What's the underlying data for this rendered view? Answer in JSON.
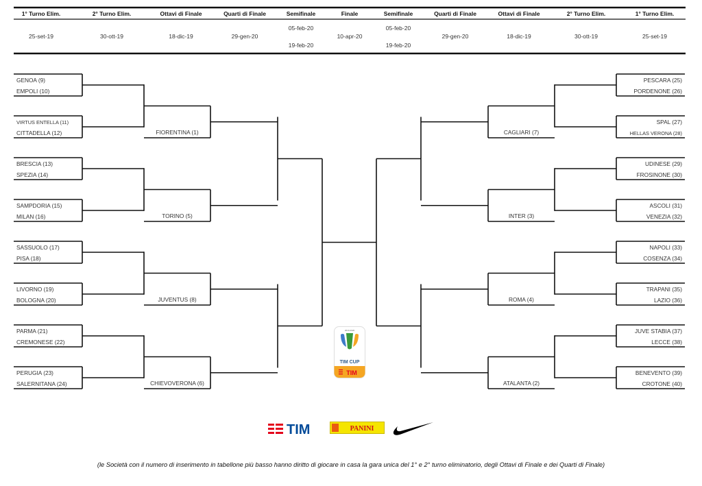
{
  "header": {
    "rounds": [
      "1° Turno Elim.",
      "2° Turno Elim.",
      "Ottavi di Finale",
      "Quarti di Finale",
      "Semifinale",
      "Finale",
      "Semifinale",
      "Quarti di Finale",
      "Ottavi di Finale",
      "2° Turno Elim.",
      "1° Turno Elim."
    ],
    "dates": [
      [
        "25-set-19"
      ],
      [
        "30-ott-19"
      ],
      [
        "18-dic-19"
      ],
      [
        "29-gen-20"
      ],
      [
        "05-feb-20",
        "19-feb-20"
      ],
      [
        "10-apr-20"
      ],
      [
        "05-feb-20",
        "19-feb-20"
      ],
      [
        "29-gen-20"
      ],
      [
        "18-dic-19"
      ],
      [
        "30-ott-19"
      ],
      [
        "25-set-19"
      ]
    ]
  },
  "left": {
    "first_round": [
      [
        "GENOA (9)",
        "EMPOLI (10)"
      ],
      [
        "VIRTUS ENTELLA (11)",
        "CITTADELLA (12)"
      ],
      [
        "BRESCIA (13)",
        "SPEZIA (14)"
      ],
      [
        "SAMPDORIA (15)",
        "MILAN (16)"
      ],
      [
        "SASSUOLO (17)",
        "PISA (18)"
      ],
      [
        "LIVORNO (19)",
        "BOLOGNA (20)"
      ],
      [
        "PARMA (21)",
        "CREMONESE (22)"
      ],
      [
        "PERUGIA (23)",
        "SALERNITANA (24)"
      ]
    ],
    "ottavi_seeds": [
      "FIORENTINA (1)",
      "TORINO (5)",
      "JUVENTUS (8)",
      "CHIEVOVERONA (6)"
    ]
  },
  "right": {
    "first_round": [
      [
        "PESCARA (25)",
        "PORDENONE (26)"
      ],
      [
        "SPAL (27)",
        "HELLAS VERONA (28)"
      ],
      [
        "UDINESE (29)",
        "FROSINONE (30)"
      ],
      [
        "ASCOLI (31)",
        "VENEZIA (32)"
      ],
      [
        "NAPOLI (33)",
        "COSENZA (34)"
      ],
      [
        "TRAPANI (35)",
        "LAZIO (36)"
      ],
      [
        "JUVE STABIA (37)",
        "LECCE (38)"
      ],
      [
        "BENEVENTO (39)",
        "CROTONE (40)"
      ]
    ],
    "ottavi_seeds": [
      "CAGLIARI (7)",
      "INTER (3)",
      "ROMA (4)",
      "ATALANTA (2)"
    ]
  },
  "logos": {
    "cup": {
      "year": "2019-2020",
      "name": "TIM CUP",
      "brand": "TIM"
    },
    "sponsors": [
      "TIM",
      "PANINI",
      "NIKE"
    ]
  },
  "colors": {
    "tim_red": "#e3001b",
    "tim_blue": "#004a99",
    "panini_yellow": "#f5e500",
    "cup_orange": "#f5a623",
    "cup_green": "#3a9a3a",
    "cup_blue": "#3d7cc9"
  },
  "footnote": "(le Società con il numero di inserimento in tabellone più basso hanno diritto di giocare in casa la gara unica del 1° e 2° turno eliminatorio, degli Ottavi di Finale e dei Quarti di Finale)"
}
